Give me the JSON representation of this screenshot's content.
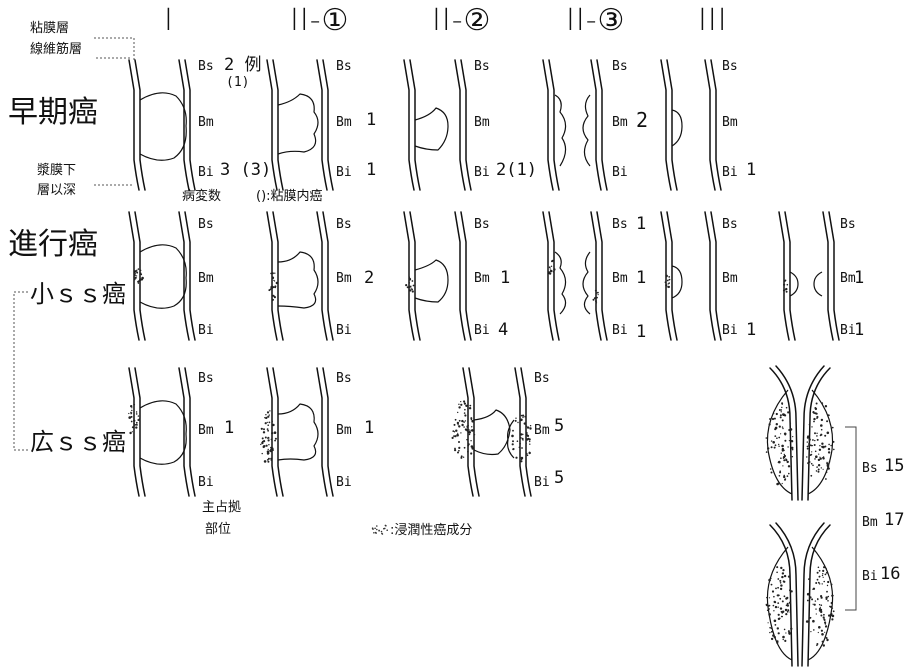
{
  "columns": {
    "c1": "I",
    "c2": "II-①",
    "c3": "II-②",
    "c4": "II-③",
    "c5": "III"
  },
  "legend": {
    "mucosa": "粘膜層",
    "fibromuscular": "線維筋層",
    "subserosa_line1": "漿膜下",
    "subserosa_line2": "層以深",
    "lesion_count": "病変数",
    "intramucosal": "():粘膜内癌",
    "main_site_line1": "主占拠",
    "main_site_line2": "部位",
    "infiltrative": ":浸潤性癌成分"
  },
  "groups": {
    "early": "早期癌",
    "advanced": "進行癌",
    "small_ss": "小ｓｓ癌",
    "wide_ss": "広ｓｓ癌"
  },
  "codes": {
    "bs": "Bs",
    "bm": "Bm",
    "bi": "Bi"
  },
  "counts": {
    "early": {
      "c1_bs": "2 例",
      "c1_bs_sub": "(1)",
      "c1_bi": "3 (3)",
      "c2_bm": "1",
      "c2_bi": "1",
      "c3_bi": "2(1)",
      "c4_bm": "2",
      "c5_bi": "1"
    },
    "small": {
      "c2_bm": "2",
      "c3_bm": "1",
      "c3_bi": "4",
      "c4_bs": "1",
      "c4_bm": "1",
      "c4_bi": "1",
      "c5a_bi": "1",
      "c5b_bm": "1",
      "c5b_bi": "1"
    },
    "wide": {
      "c1_bm": "1",
      "c2_bm": "1",
      "c3_bm": "5",
      "c3_bi": "5",
      "right_bs": "15",
      "right_bm": "17",
      "right_bi": "16"
    }
  }
}
